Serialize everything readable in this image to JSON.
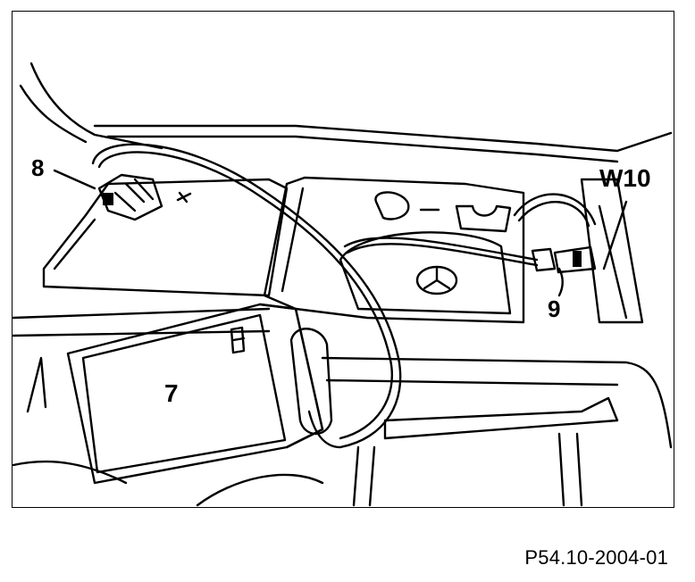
{
  "figure": {
    "code": "P54.10-2004-01",
    "callouts": {
      "c7": "7",
      "c8": "8",
      "c9": "9",
      "w10": "W10"
    }
  },
  "colors": {
    "line": "#000000",
    "background": "#ffffff"
  }
}
